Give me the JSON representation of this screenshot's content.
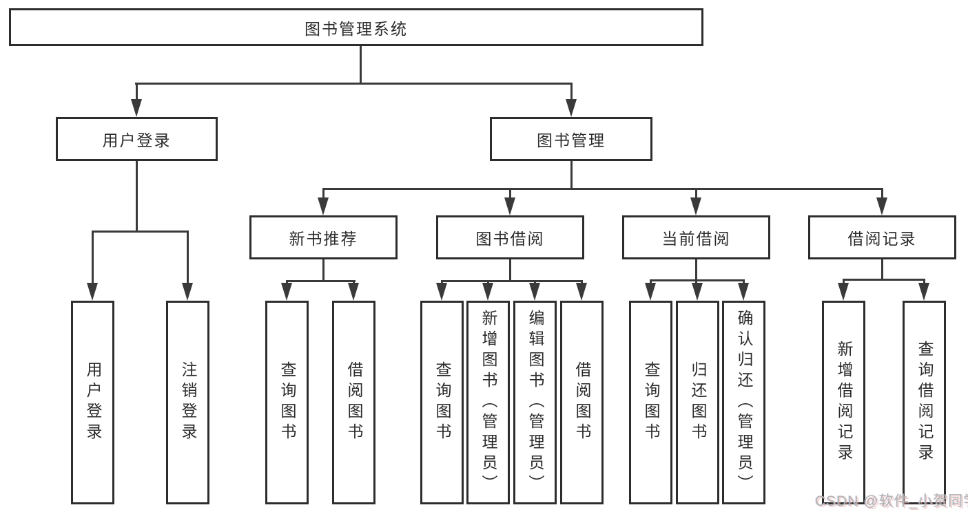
{
  "diagram": {
    "title": "图书管理系统",
    "nodes": {
      "root": "图书管理系统",
      "user_login": "用户登录",
      "book_management": "图书管理",
      "new_book_recommend": "新书推荐",
      "book_borrow": "图书借阅",
      "current_borrow": "当前借阅",
      "borrow_records": "借阅记录",
      "leaf_user_login": "用户登录",
      "leaf_logout": "注销登录",
      "rec_query_book": "查询图书",
      "rec_borrow_book": "借阅图书",
      "bb_query_book": "查询图书",
      "bb_add_book": "新增图书（管理员）",
      "bb_edit_book": "编辑图书（管理员）",
      "bb_borrow_book": "借阅图书",
      "cb_query_book": "查询图书",
      "cb_return_book": "归还图书",
      "cb_confirm_return": "确认归还（管理员）",
      "br_add_record": "新增借阅记录",
      "br_query_record": "查询借阅记录"
    },
    "watermark": "CSDN @软件_小贺同学",
    "colors": {
      "line": "#3a3a3a",
      "border": "#2d2d2d",
      "text": "#2b2b2b",
      "watermark": "#b3b3b3"
    }
  }
}
